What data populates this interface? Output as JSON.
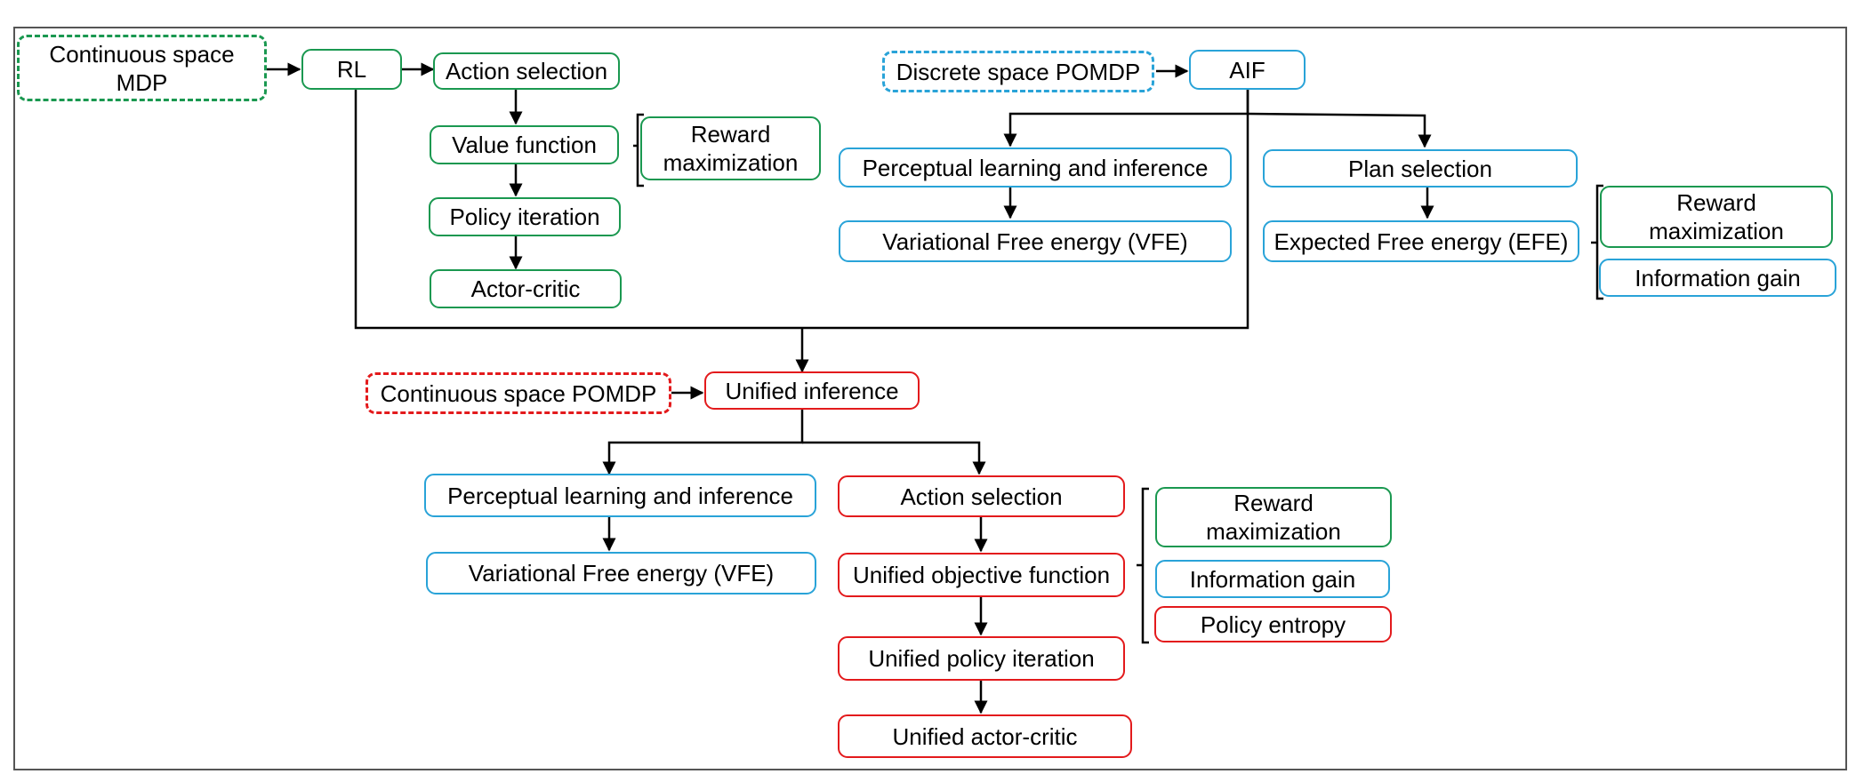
{
  "colors": {
    "rl": "#1a9850",
    "aif": "#29a3d8",
    "unified": "#e31a1c",
    "line": "#000000",
    "frame": "#555555"
  },
  "top_left": {
    "env": "Continuous space\nMDP",
    "rl": "RL",
    "action_selection": "Action selection",
    "value_function": "Value function",
    "policy_iteration": "Policy iteration",
    "actor_critic": "Actor-critic",
    "reward_max": "Reward\nmaximization"
  },
  "top_right": {
    "env": "Discrete space POMDP",
    "aif": "AIF",
    "perceptual": "Perceptual learning and inference",
    "vfe": "Variational Free energy (VFE)",
    "plan_selection": "Plan selection",
    "efe": "Expected Free energy (EFE)",
    "reward_max": "Reward\nmaximization",
    "info_gain": "Information gain"
  },
  "bottom": {
    "env": "Continuous space POMDP",
    "unified_inference": "Unified inference",
    "perceptual": "Perceptual learning and inference",
    "vfe": "Variational Free energy (VFE)",
    "action_selection": "Action selection",
    "objective": "Unified objective function",
    "policy_iteration": "Unified policy iteration",
    "actor_critic": "Unified actor-critic",
    "reward_max": "Reward\nmaximization",
    "info_gain": "Information gain",
    "policy_entropy": "Policy entropy"
  }
}
